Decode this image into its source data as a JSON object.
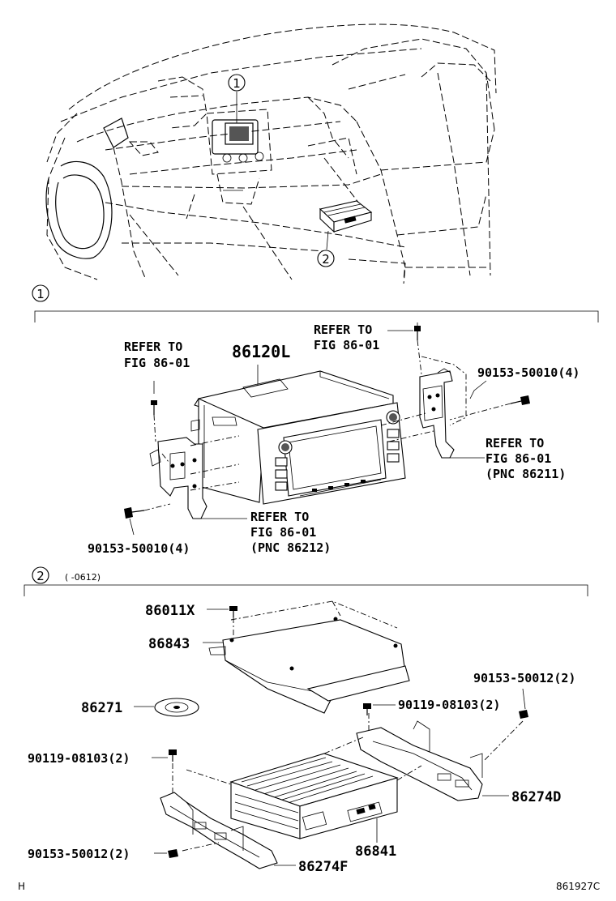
{
  "callouts": {
    "one": "1",
    "two": "2"
  },
  "section1": {
    "marker": "1",
    "labels": {
      "refer_left_1": "REFER TO",
      "refer_left_2": "FIG 86-01",
      "part_86120l": "86120L",
      "refer_top_1": "REFER TO",
      "refer_top_2": "FIG 86-01",
      "bolt_right": "90153-50010(4)",
      "refer_right_1": "REFER TO",
      "refer_right_2": "FIG 86-01",
      "refer_right_3": "(PNC 86211)",
      "refer_bottom_1": "REFER TO",
      "refer_bottom_2": "FIG 86-01",
      "refer_bottom_3": "(PNC 86212)",
      "bolt_left": "90153-50010(4)"
    }
  },
  "section2": {
    "marker": "2",
    "range_note": "(      -0612)",
    "labels": {
      "part_86011x": "86011X",
      "part_86843": "86843",
      "part_86271": "86271",
      "bolt_90153_right": "90153-50012(2)",
      "bolt_90119_right": "90119-08103(2)",
      "bolt_90119_left": "90119-08103(2)",
      "part_86274d": "86274D",
      "part_86841": "86841",
      "bolt_90153_left": "90153-50012(2)",
      "part_86274f": "86274F"
    }
  },
  "footer": {
    "left_code": "H",
    "drawing_number": "861927C"
  }
}
